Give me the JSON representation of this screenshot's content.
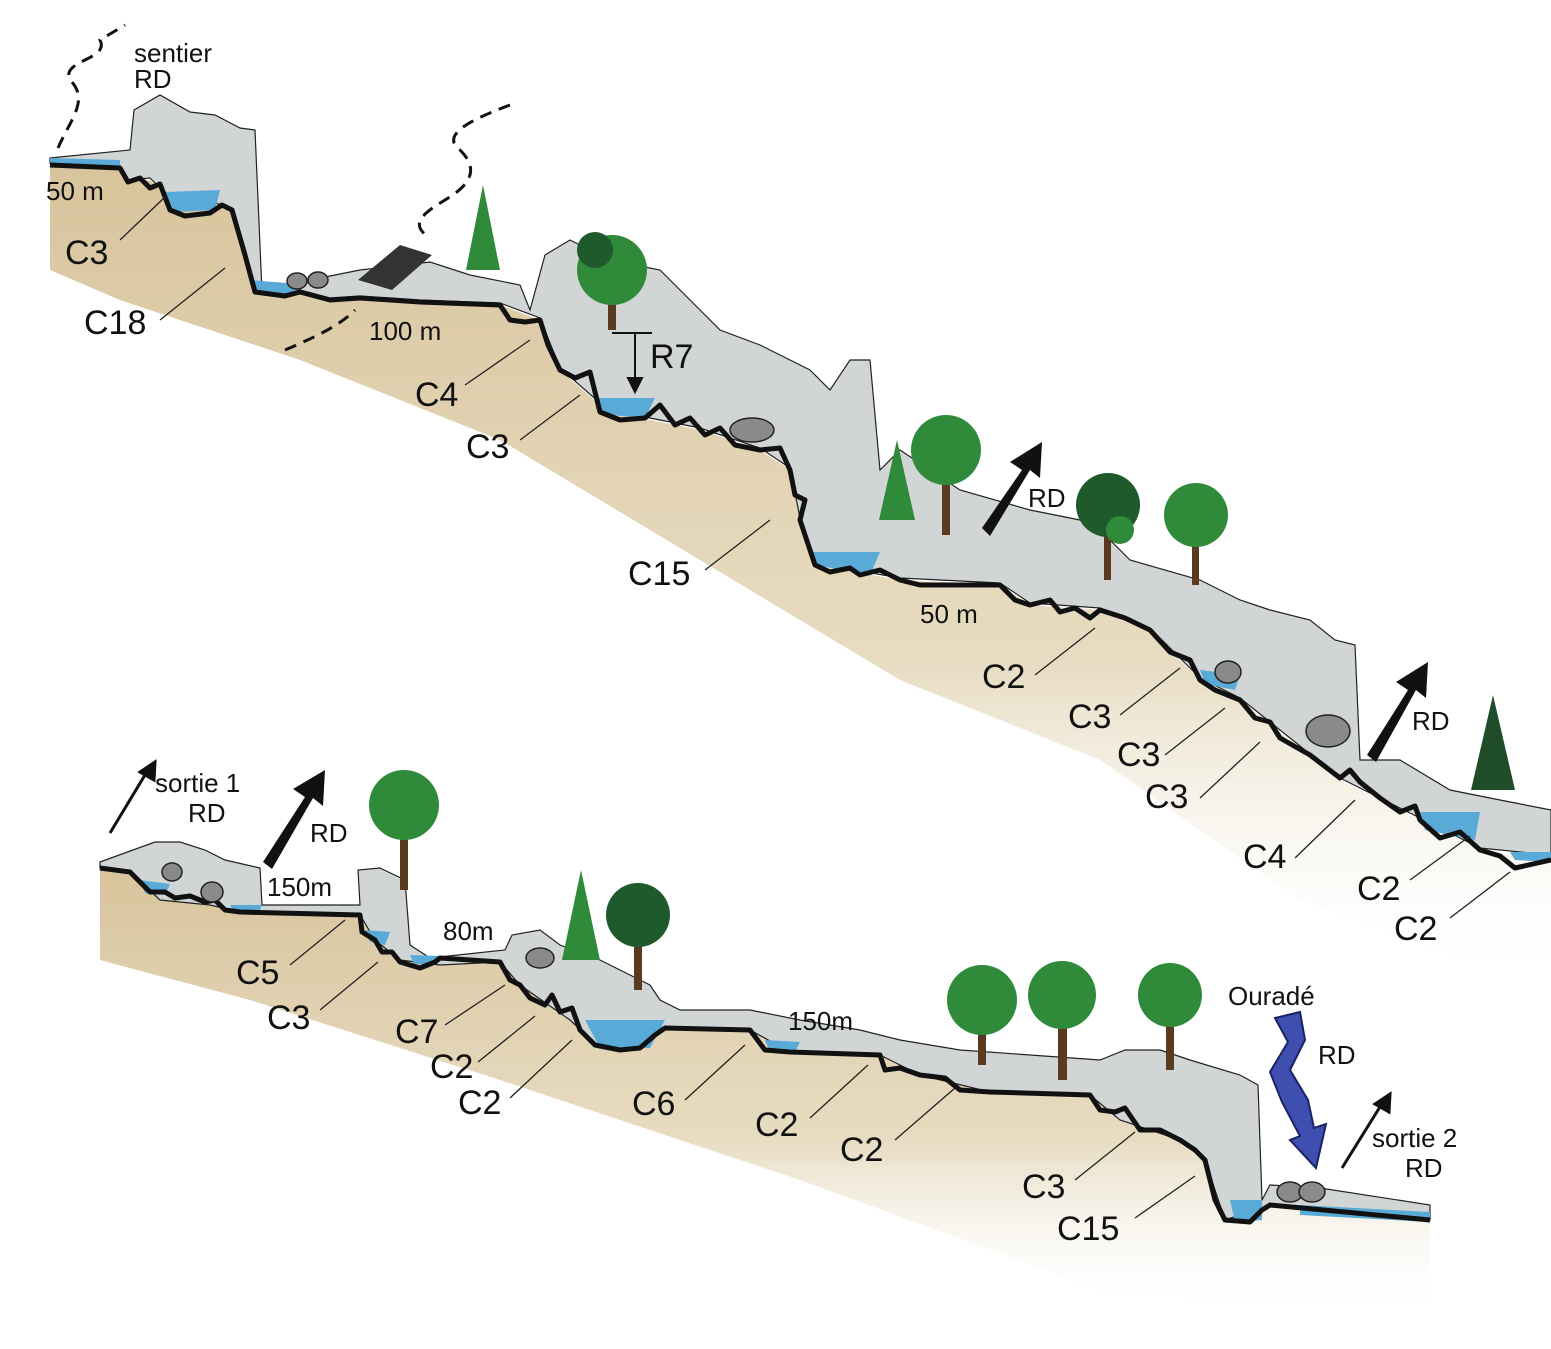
{
  "colors": {
    "earth": "#d8c49c",
    "rock": "#d2d5d5",
    "water": "#5aaad8",
    "bed": "#111111",
    "tree_dark": "#1f5a2c",
    "tree_light": "#2f8a3a",
    "ourade_arrow": "#3f4fb0"
  },
  "upper_profile": {
    "labels": {
      "sentier": "sentier",
      "sentier_rd": "RD",
      "d50a": "50 m",
      "c3a": "C3",
      "c18": "C18",
      "d100": "100 m",
      "c4a": "C4",
      "r7": "R7",
      "c3b": "C3",
      "c15a": "C15",
      "rd1": "RD",
      "d50b": "50 m",
      "c2a": "C2",
      "c3c": "C3",
      "c3d": "C3",
      "c3e": "C3",
      "rd2": "RD",
      "c4b": "C4",
      "c2b": "C2",
      "c2c": "C2"
    }
  },
  "lower_profile": {
    "labels": {
      "sortie1": "sortie 1",
      "sortie1_rd": "RD",
      "rd3": "RD",
      "d150a": "150m",
      "c5": "C5",
      "c3f": "C3",
      "d80": "80m",
      "c7": "C7",
      "c2d": "C2",
      "c2e": "C2",
      "c6": "C6",
      "d150b": "150m",
      "c2f": "C2",
      "c2g": "C2",
      "ourade": "Ouradé",
      "ourade_rd": "RD",
      "c3g": "C3",
      "c15b": "C15",
      "sortie2": "sortie 2",
      "sortie2_rd": "RD"
    }
  }
}
